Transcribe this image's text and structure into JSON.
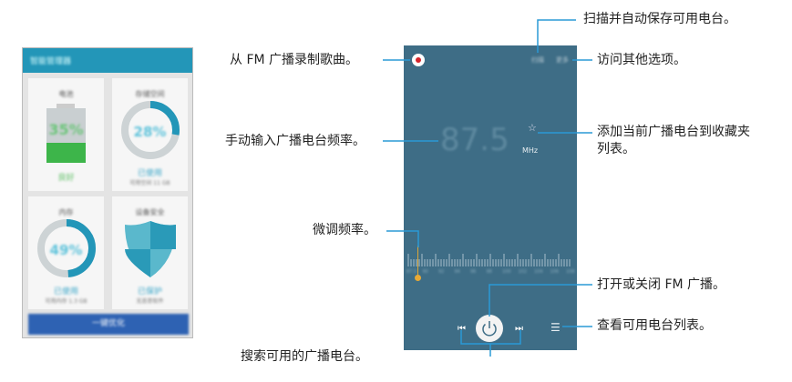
{
  "left_screen": {
    "title": "智能管理器",
    "cards": [
      {
        "title": "电池",
        "value": "35%",
        "status": "良好",
        "sub": ""
      },
      {
        "title": "存储空间",
        "value": "28%",
        "status": "已使用",
        "sub": "可用空间 11 GB"
      },
      {
        "title": "内存",
        "value": "49%",
        "status": "已使用",
        "sub": "可用内存 1.3 GB"
      },
      {
        "title": "设备安全",
        "value": "",
        "status": "已保护",
        "sub": "无恶意软件"
      }
    ],
    "button": "一键优化",
    "colors": {
      "header": "#2396b8",
      "button": "#2e62b3",
      "battery": "#3db54a",
      "ring": "#2396b8"
    }
  },
  "radio": {
    "scan_label": "扫描",
    "more_label": "更多",
    "frequency": "87.5",
    "unit": "MHz",
    "scale_labels": [
      "87.5",
      "90",
      "92",
      "94",
      "96",
      "98",
      "100",
      "102",
      "104",
      "106",
      "108"
    ]
  },
  "callouts": {
    "record": "从 FM 广播录制歌曲。",
    "scan": "扫描并自动保存可用电台。",
    "more": "访问其他选项。",
    "manual": "手动输入广播电台频率。",
    "favorite_1": "添加当前广播电台到收藏夹",
    "favorite_2": "列表。",
    "finetune": "微调频率。",
    "power": "打开或关闭 FM 广播。",
    "list": "查看可用电台列表。",
    "search": "搜索可用的广播电台。"
  }
}
